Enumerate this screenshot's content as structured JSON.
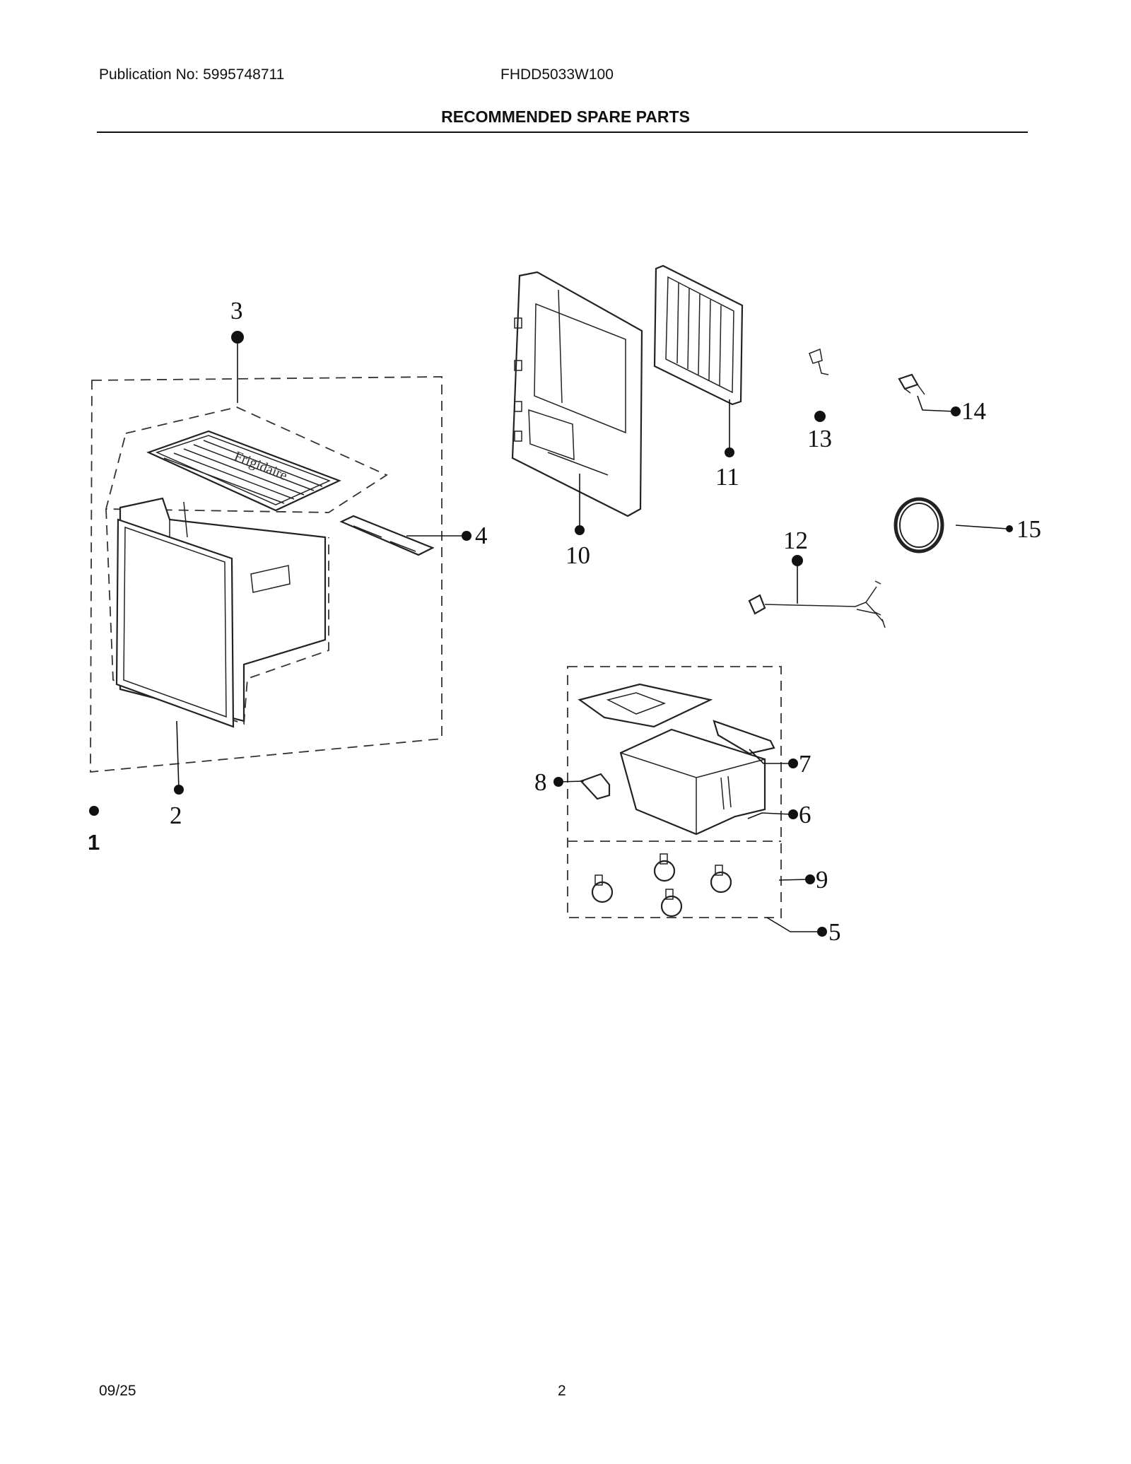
{
  "header": {
    "publication": "Publication No: 5995748711",
    "model": "FHDD5033W100",
    "title": "RECOMMENDED SPARE PARTS"
  },
  "callouts": {
    "c1": "1",
    "c2": "2",
    "c3": "3",
    "c4": "4",
    "c5": "5",
    "c6": "6",
    "c7": "7",
    "c8": "8",
    "c9": "9",
    "c10": "10",
    "c11": "11",
    "c12": "12",
    "c13": "13",
    "c14": "14",
    "c15": "15"
  },
  "footer": {
    "date": "09/25",
    "page": "2"
  }
}
